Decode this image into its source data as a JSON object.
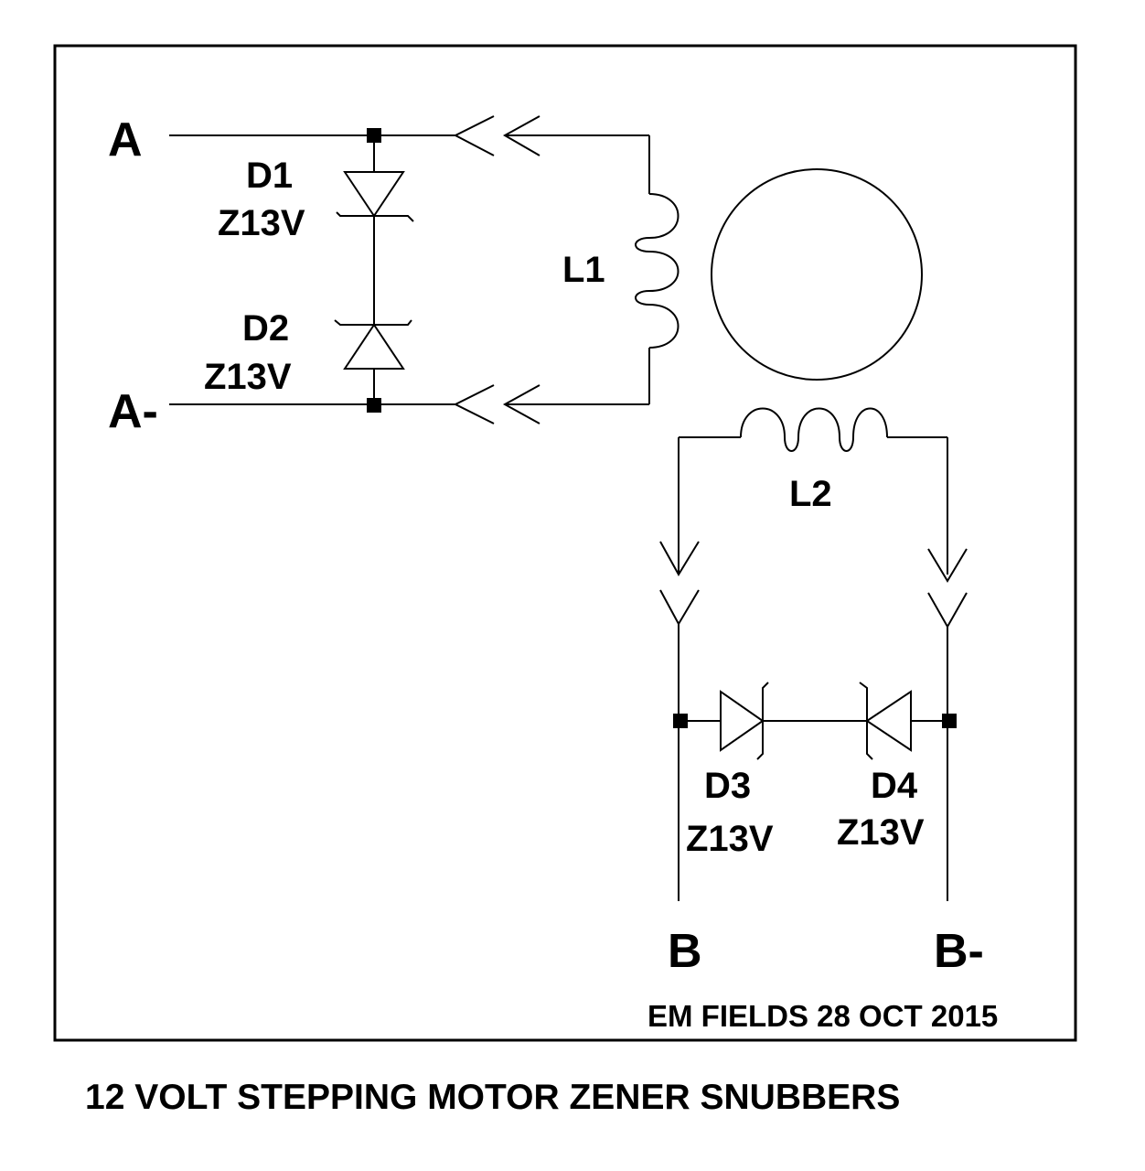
{
  "title": "12 VOLT STEPPING MOTOR ZENER SNUBBERS",
  "credit": "EM FIELDS 28 OCT 2015",
  "terminals": {
    "a_pos": "A",
    "a_neg": "A-",
    "b_pos": "B",
    "b_neg": "B-"
  },
  "inductors": {
    "l1": "L1",
    "l2": "L2"
  },
  "diodes": [
    {
      "ref": "D1",
      "value": "Z13V"
    },
    {
      "ref": "D2",
      "value": "Z13V"
    },
    {
      "ref": "D3",
      "value": "Z13V"
    },
    {
      "ref": "D4",
      "value": "Z13V"
    }
  ],
  "colors": {
    "ink": "#000000",
    "paper": "#ffffff"
  }
}
